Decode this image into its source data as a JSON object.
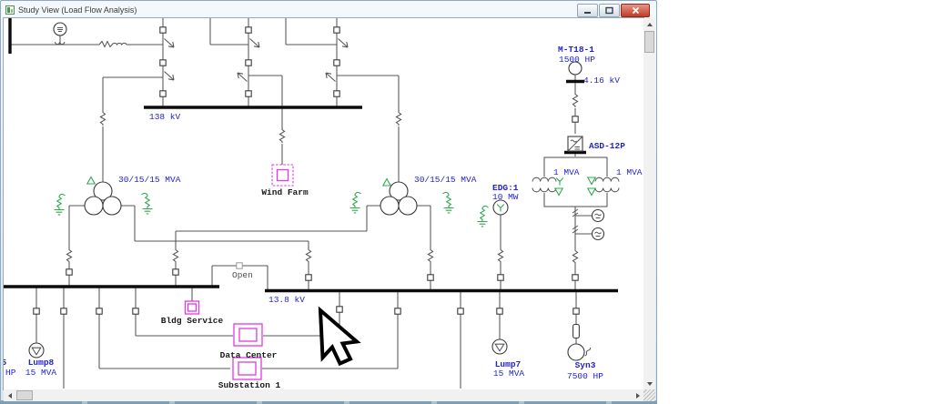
{
  "window": {
    "title": "Study View (Load Flow Analysis)"
  },
  "diagram": {
    "labels": {
      "kv_138": "138 kV",
      "txf_left_rating": "30/15/15 MVA",
      "txf_right_rating": "30/15/15 MVA",
      "wind_farm": "Wind Farm",
      "edg_name": "EDG:1",
      "edg_rating": "10 MW",
      "motor_name": "M-T18-1",
      "motor_rating": "1500 HP",
      "kv_416": "4.16 kV",
      "asd_name": "ASD-12P",
      "asd_txf_left_rating": "1 MVA",
      "asd_txf_right_rating": "1 MVA",
      "tie_status": "Open",
      "kv_13_8": "13.8 kV",
      "bldg_service": "Bldg Service",
      "data_center": "Data Center",
      "substation": "Substation 1",
      "lump8_name": "Lump8",
      "lump8_rating": "15 MVA",
      "lump7_name": "Lump7",
      "lump7_rating": "15 MVA",
      "syn3_name": "Syn3",
      "syn3_rating": "7500 HP",
      "edge_fragment_name": "5",
      "edge_fragment_rating": "HP"
    },
    "colors": {
      "label_blue": "#2222cc",
      "device_magenta": "#e23ae2",
      "phase_green": "#2fa84f",
      "line_gray": "#565656",
      "bus_black": "#0c0c0c"
    }
  }
}
